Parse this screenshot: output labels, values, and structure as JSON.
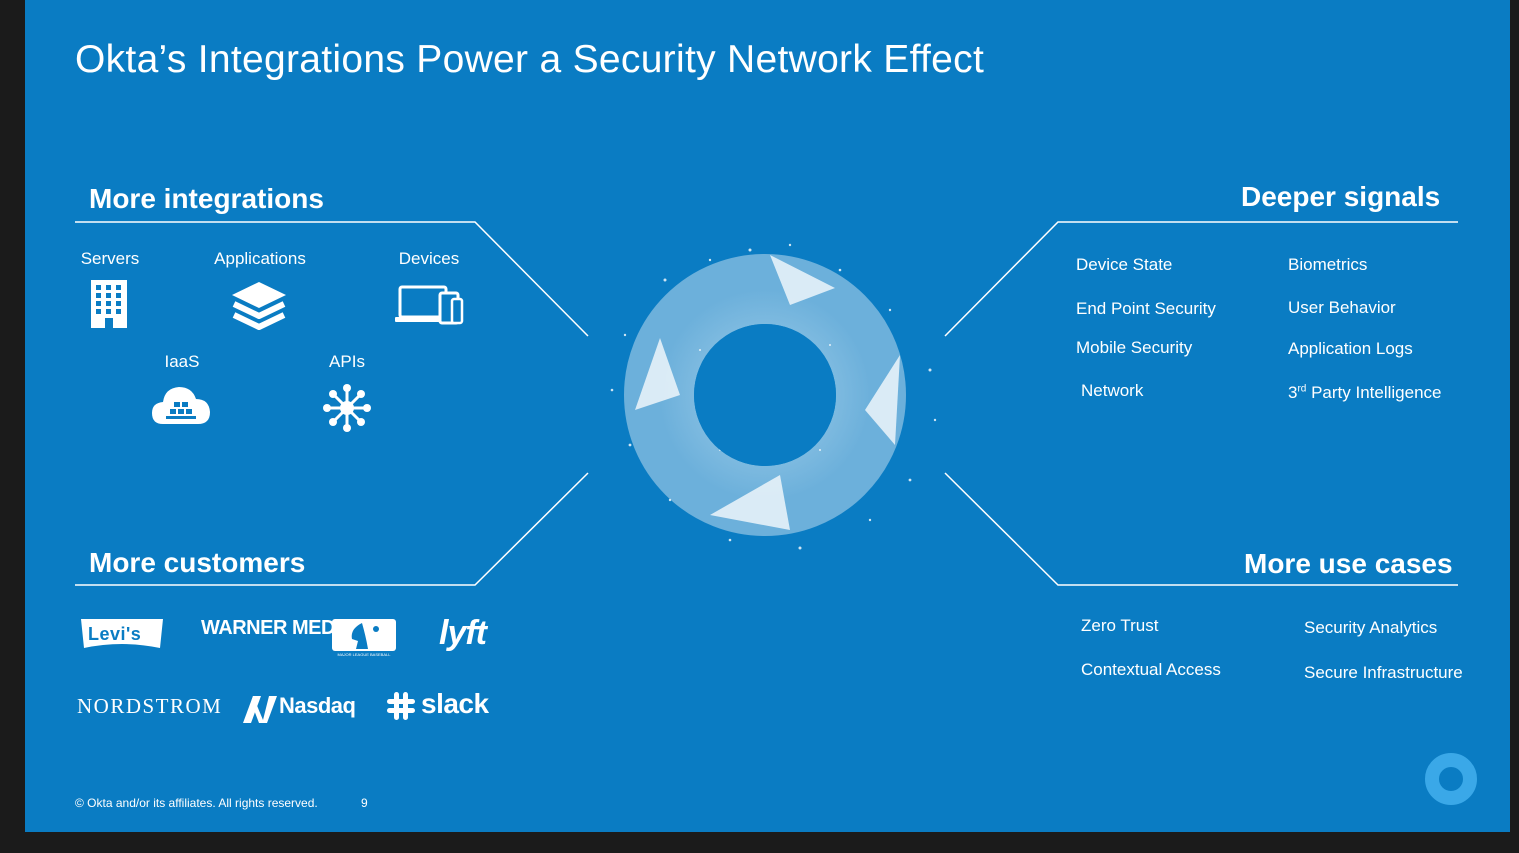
{
  "slide": {
    "title": "Okta’s Integrations Power a Security Network Effect",
    "footer": "© Okta and/or its affiliates. All rights reserved.",
    "page_number": "9"
  },
  "integrations": {
    "heading": "More integrations",
    "items": [
      {
        "label": "Servers",
        "icon": "building-icon"
      },
      {
        "label": "Applications",
        "icon": "layers-icon"
      },
      {
        "label": "Devices",
        "icon": "devices-icon"
      },
      {
        "label": "IaaS",
        "icon": "cloud-icon"
      },
      {
        "label": "APIs",
        "icon": "api-hub-icon"
      }
    ]
  },
  "customers": {
    "heading": "More customers",
    "logos": [
      "Levi's",
      "WARNER MEDIA",
      "MAJOR LEAGUE BASEBALL",
      "lyft",
      "NORDSTROM",
      "Nasdaq",
      "slack"
    ]
  },
  "signals": {
    "heading": "Deeper signals",
    "col1": [
      "Device State",
      "End Point Security",
      "Mobile Security",
      "Network"
    ],
    "col2": [
      "Biometrics",
      "User Behavior",
      "Application Logs"
    ],
    "third_party": {
      "prefix": "3",
      "sup": "rd",
      "rest": " Party Intelligence"
    }
  },
  "use_cases": {
    "heading": "More use cases",
    "col1": [
      "Zero Trust",
      "Contextual Access"
    ],
    "col2": [
      "Security Analytics",
      "Secure Infrastructure"
    ]
  },
  "colors": {
    "background": "#0a7cc3",
    "accent_logo": "#3aa8e8",
    "text": "#ffffff"
  }
}
